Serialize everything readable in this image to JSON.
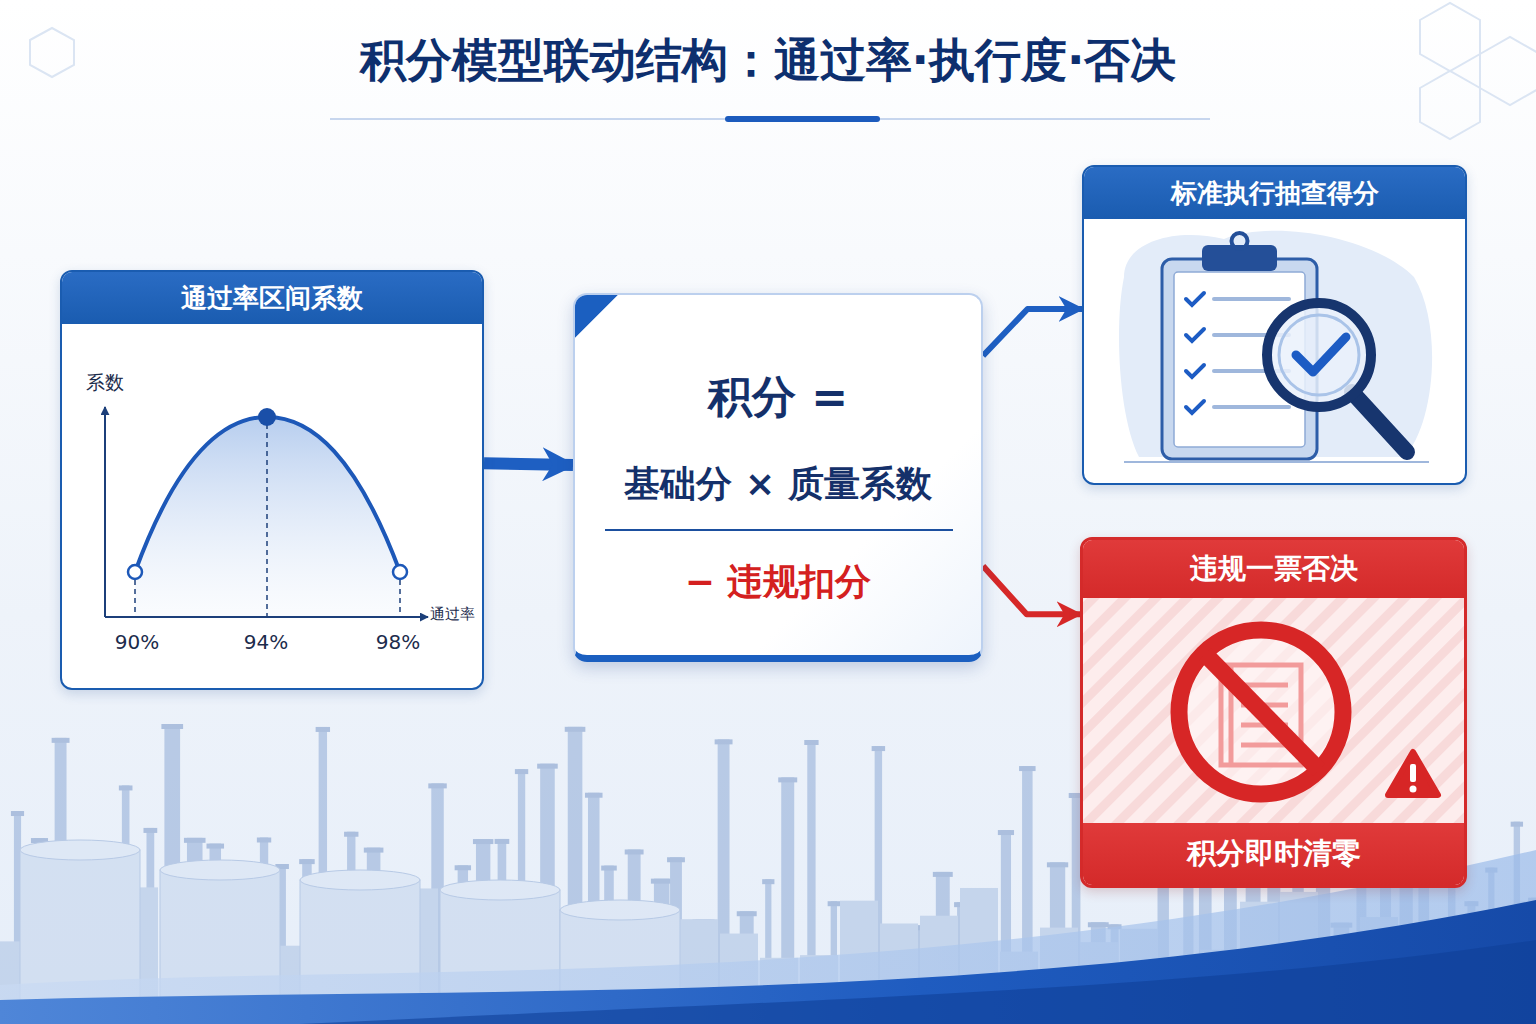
{
  "diagram": {
    "title": "积分模型联动结构：通过率·执行度·否决",
    "nodes": [
      {
        "text": [
          "通过率区间系数"
        ]
      },
      {
        "text": [
          "积分 =",
          "基础分 × 质量系数",
          "− 违规扣分"
        ]
      },
      {
        "text": [
          "标准执行抽查得分"
        ]
      },
      {
        "text": [
          "违规一票否决",
          "积分即时清零"
        ]
      }
    ],
    "edges": [
      {
        "from": 0,
        "to": 1,
        "arrow": "to"
      },
      {
        "from": 1,
        "to": 2,
        "arrow": "to"
      },
      {
        "from": 1,
        "to": 3,
        "arrow": "to"
      }
    ],
    "labels": [
      "系数",
      "通过率",
      "90%",
      "94%",
      "98%"
    ]
  }
}
